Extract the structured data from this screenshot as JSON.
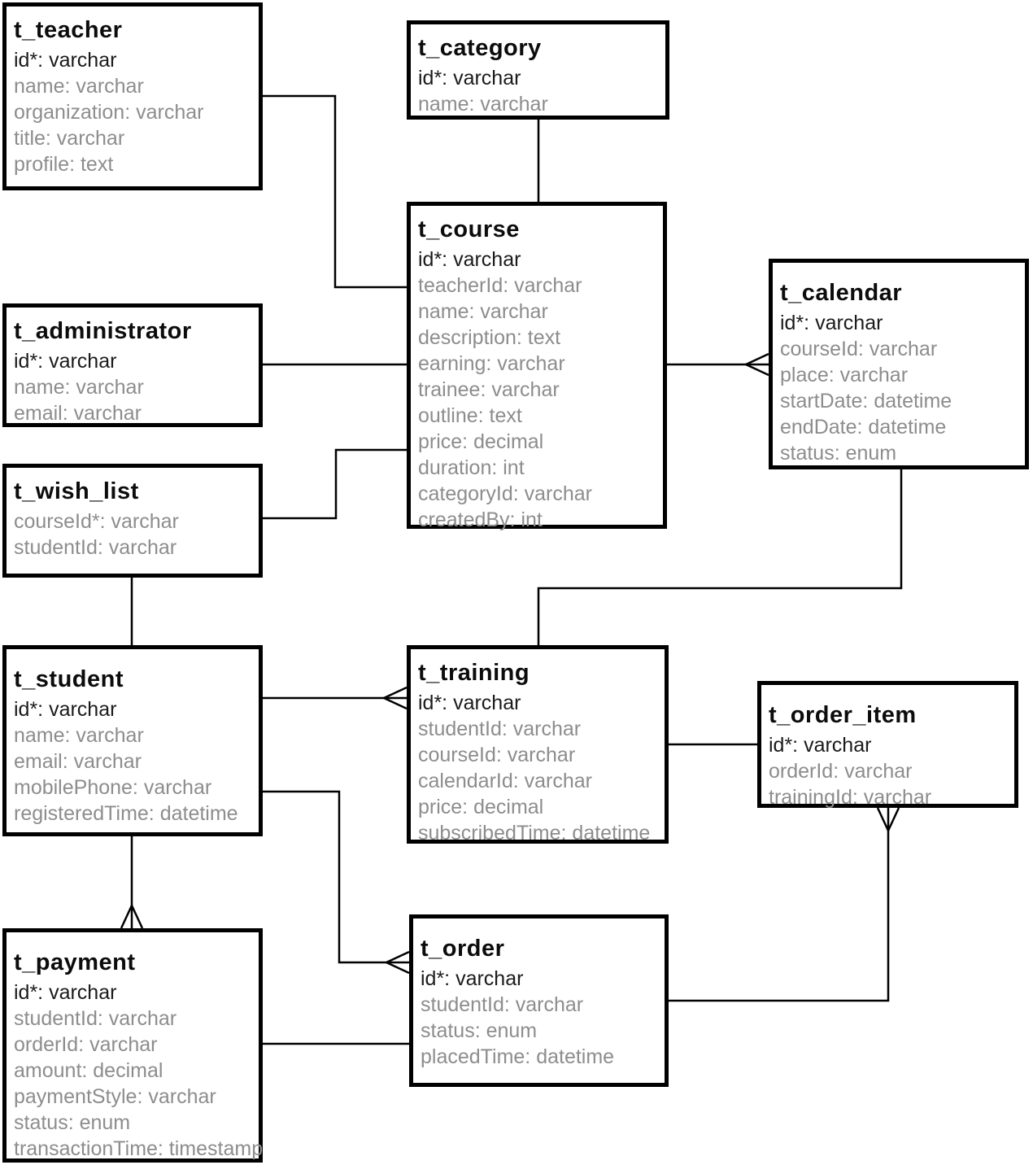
{
  "diagram": {
    "colors": {
      "background": "#ffffff",
      "line": "#000000",
      "table_border": "#000000",
      "title_text": "#0c0c0c",
      "key_field_text": "#1b1b1b",
      "field_text": "#8d8d8d"
    },
    "tables": [
      {
        "title": "t_teacher",
        "fields": [
          {
            "text": "id*: varchar",
            "key": true
          },
          {
            "text": "name: varchar",
            "key": false
          },
          {
            "text": "organization: varchar",
            "key": false
          },
          {
            "text": "title: varchar",
            "key": false
          },
          {
            "text": "profile: text",
            "key": false
          }
        ]
      },
      {
        "title": "t_category",
        "fields": [
          {
            "text": "id*: varchar",
            "key": true
          },
          {
            "text": "name: varchar",
            "key": false
          }
        ]
      },
      {
        "title": "t_course",
        "fields": [
          {
            "text": "id*: varchar",
            "key": true
          },
          {
            "text": "teacherId: varchar",
            "key": false
          },
          {
            "text": "name: varchar",
            "key": false
          },
          {
            "text": "description: text",
            "key": false
          },
          {
            "text": "earning: varchar",
            "key": false
          },
          {
            "text": "trainee: varchar",
            "key": false
          },
          {
            "text": "outline: text",
            "key": false
          },
          {
            "text": "price: decimal",
            "key": false
          },
          {
            "text": "duration: int",
            "key": false
          },
          {
            "text": "categoryId: varchar",
            "key": false
          },
          {
            "text": "createdBy: int",
            "key": false
          }
        ]
      },
      {
        "title": "t_calendar",
        "fields": [
          {
            "text": "id*: varchar",
            "key": true
          },
          {
            "text": "courseId: varchar",
            "key": false
          },
          {
            "text": "place: varchar",
            "key": false
          },
          {
            "text": "startDate: datetime",
            "key": false
          },
          {
            "text": "endDate: datetime",
            "key": false
          },
          {
            "text": "status: enum",
            "key": false
          }
        ]
      },
      {
        "title": "t_administrator",
        "fields": [
          {
            "text": "id*: varchar",
            "key": true
          },
          {
            "text": "name: varchar",
            "key": false
          },
          {
            "text": "email: varchar",
            "key": false
          }
        ]
      },
      {
        "title": "t_wish_list",
        "fields": [
          {
            "text": "courseId*: varchar",
            "key": false
          },
          {
            "text": "studentId: varchar",
            "key": false
          }
        ]
      },
      {
        "title": "t_student",
        "fields": [
          {
            "text": "id*: varchar",
            "key": true
          },
          {
            "text": "name: varchar",
            "key": false
          },
          {
            "text": "email: varchar",
            "key": false
          },
          {
            "text": "mobilePhone: varchar",
            "key": false
          },
          {
            "text": "registeredTime: datetime",
            "key": false
          }
        ]
      },
      {
        "title": "t_training",
        "fields": [
          {
            "text": "id*: varchar",
            "key": true
          },
          {
            "text": "studentId: varchar",
            "key": false
          },
          {
            "text": "courseId: varchar",
            "key": false
          },
          {
            "text": "calendarId: varchar",
            "key": false
          },
          {
            "text": "price: decimal",
            "key": false
          },
          {
            "text": "subscribedTime: datetime",
            "key": false
          }
        ]
      },
      {
        "title": "t_order_item",
        "fields": [
          {
            "text": "id*: varchar",
            "key": true
          },
          {
            "text": "orderId: varchar",
            "key": false
          },
          {
            "text": "trainingId: varchar",
            "key": false
          }
        ]
      },
      {
        "title": "t_payment",
        "fields": [
          {
            "text": "id*: varchar",
            "key": true
          },
          {
            "text": "studentId: varchar",
            "key": false
          },
          {
            "text": "orderId: varchar",
            "key": false
          },
          {
            "text": "amount: decimal",
            "key": false
          },
          {
            "text": "paymentStyle: varchar",
            "key": false
          },
          {
            "text": "status: enum",
            "key": false
          },
          {
            "text": "transactionTime: timestamp",
            "key": false
          }
        ]
      },
      {
        "title": "t_order",
        "fields": [
          {
            "text": "id*: varchar",
            "key": true
          },
          {
            "text": "studentId: varchar",
            "key": false
          },
          {
            "text": "status: enum",
            "key": false
          },
          {
            "text": "placedTime: datetime",
            "key": false
          }
        ]
      }
    ],
    "relationships": [
      {
        "from": "t_teacher",
        "to": "t_course",
        "many_marker": "none"
      },
      {
        "from": "t_category",
        "to": "t_course",
        "many_marker": "none"
      },
      {
        "from": "t_administrator",
        "to": "t_course",
        "many_marker": "none"
      },
      {
        "from": "t_wish_list",
        "to": "t_course",
        "many_marker": "none"
      },
      {
        "from": "t_wish_list",
        "to": "t_student",
        "many_marker": "none"
      },
      {
        "from": "t_course",
        "to": "t_calendar",
        "many_marker": "t_calendar"
      },
      {
        "from": "t_calendar",
        "to": "t_training",
        "many_marker": "none"
      },
      {
        "from": "t_student",
        "to": "t_training",
        "many_marker": "t_training"
      },
      {
        "from": "t_training",
        "to": "t_order_item",
        "many_marker": "none"
      },
      {
        "from": "t_order",
        "to": "t_order_item",
        "many_marker": "t_order_item"
      },
      {
        "from": "t_student",
        "to": "t_order",
        "many_marker": "t_order"
      },
      {
        "from": "t_student",
        "to": "t_payment",
        "many_marker": "t_payment"
      },
      {
        "from": "t_payment",
        "to": "t_order",
        "many_marker": "none"
      }
    ]
  }
}
